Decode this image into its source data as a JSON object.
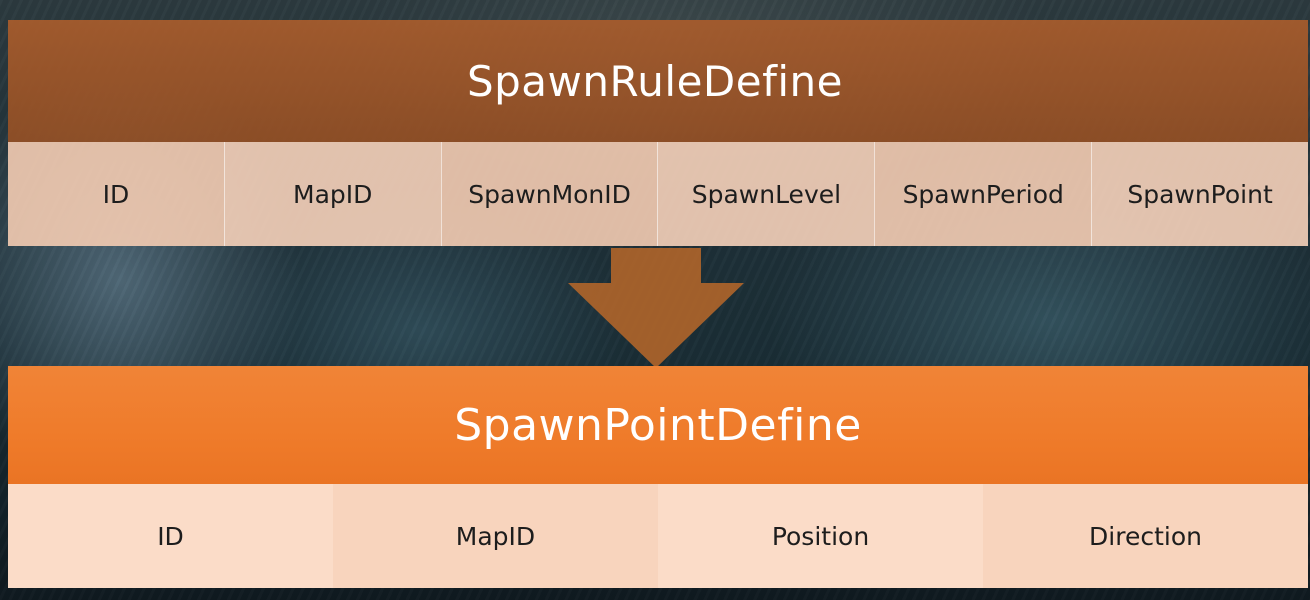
{
  "colors": {
    "rule_header": "#a85c2c",
    "rule_field_bg": "#f4ccb2",
    "arrow": "#b0652a",
    "point_header": "#ef7b2a",
    "point_field_bg": "#fbdcc8",
    "text_dark": "#1d1d1d",
    "text_light": "#ffffff"
  },
  "rule_table": {
    "title": "SpawnRuleDefine",
    "fields": [
      "ID",
      "MapID",
      "SpawnMonID",
      "SpawnLevel",
      "SpawnPeriod",
      "SpawnPoint"
    ]
  },
  "connector": {
    "icon": "down-arrow-icon"
  },
  "point_table": {
    "title": "SpawnPointDefine",
    "fields": [
      "ID",
      "MapID",
      "Position",
      "Direction"
    ]
  }
}
